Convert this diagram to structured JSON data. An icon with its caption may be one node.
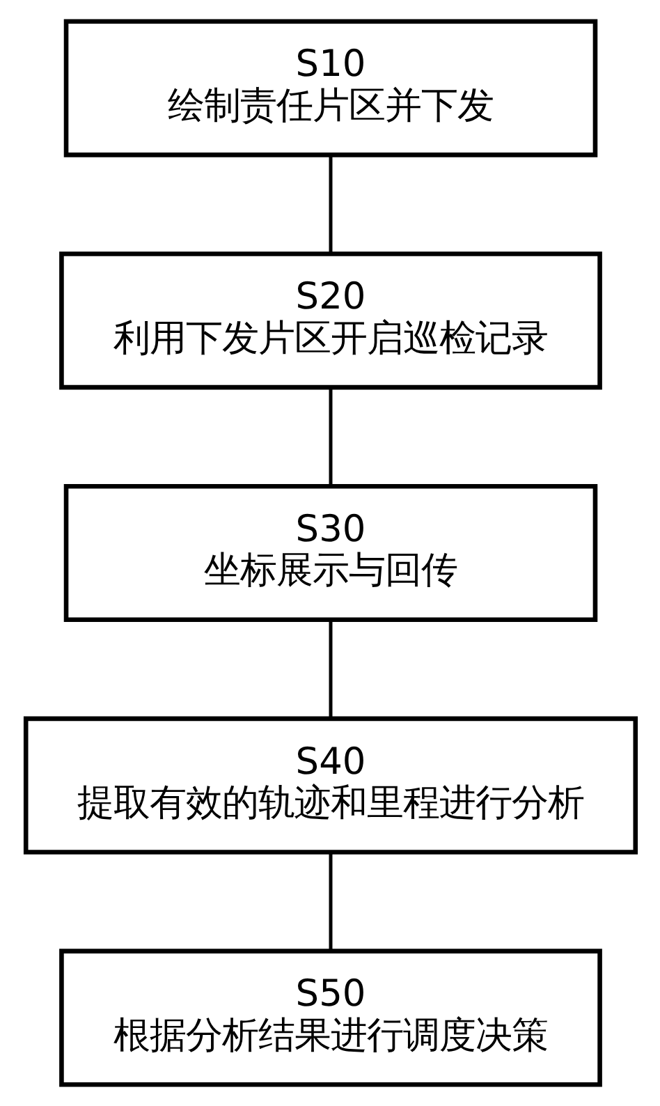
{
  "diagram": {
    "nodes": [
      {
        "text": [
          "S10",
          "绘制责任片区并下发"
        ]
      },
      {
        "text": [
          "S20",
          "利用下发片区开启巡检记录"
        ]
      },
      {
        "text": [
          "S30",
          "坐标展示与回传"
        ]
      },
      {
        "text": [
          "S40",
          "提取有效的轨迹和里程进行分析"
        ]
      },
      {
        "text": [
          "S50",
          "根据分析结果进行调度决策"
        ]
      }
    ],
    "edges": [
      {
        "from": 0,
        "to": 1,
        "arrow": "none"
      },
      {
        "from": 1,
        "to": 2,
        "arrow": "none"
      },
      {
        "from": 2,
        "to": 3,
        "arrow": "none"
      },
      {
        "from": 3,
        "to": 4,
        "arrow": "none"
      }
    ]
  }
}
